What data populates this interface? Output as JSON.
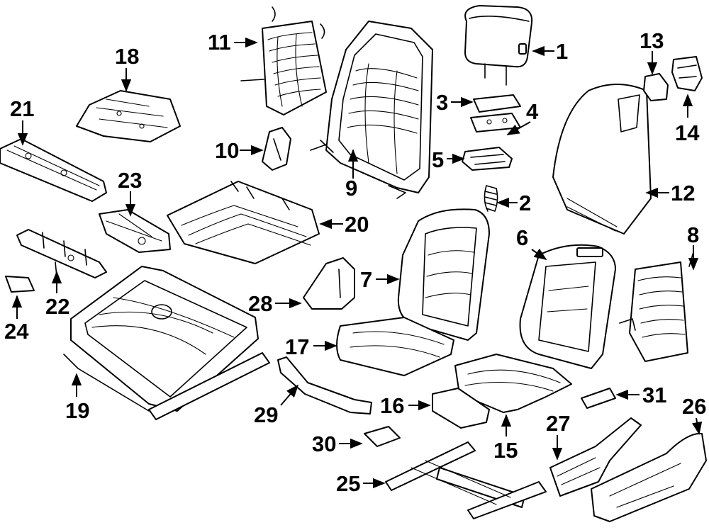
{
  "callouts": [
    {
      "id": "c1",
      "label": "1"
    },
    {
      "id": "c2",
      "label": "2"
    },
    {
      "id": "c3",
      "label": "3"
    },
    {
      "id": "c4",
      "label": "4"
    },
    {
      "id": "c5",
      "label": "5"
    },
    {
      "id": "c6",
      "label": "6"
    },
    {
      "id": "c7",
      "label": "7"
    },
    {
      "id": "c8",
      "label": "8"
    },
    {
      "id": "c9",
      "label": "9"
    },
    {
      "id": "c10",
      "label": "10"
    },
    {
      "id": "c11",
      "label": "11"
    },
    {
      "id": "c12",
      "label": "12"
    },
    {
      "id": "c13",
      "label": "13"
    },
    {
      "id": "c14",
      "label": "14"
    },
    {
      "id": "c15",
      "label": "15"
    },
    {
      "id": "c16",
      "label": "16"
    },
    {
      "id": "c17",
      "label": "17"
    },
    {
      "id": "c18",
      "label": "18"
    },
    {
      "id": "c19",
      "label": "19"
    },
    {
      "id": "c20",
      "label": "20"
    },
    {
      "id": "c21",
      "label": "21"
    },
    {
      "id": "c22",
      "label": "22"
    },
    {
      "id": "c23",
      "label": "23"
    },
    {
      "id": "c24",
      "label": "24"
    },
    {
      "id": "c25",
      "label": "25"
    },
    {
      "id": "c26",
      "label": "26"
    },
    {
      "id": "c27",
      "label": "27"
    },
    {
      "id": "c28",
      "label": "28"
    },
    {
      "id": "c29",
      "label": "29"
    },
    {
      "id": "c30",
      "label": "30"
    },
    {
      "id": "c31",
      "label": "31"
    }
  ],
  "colors": {
    "line": "#000000",
    "background": "#ffffff"
  }
}
